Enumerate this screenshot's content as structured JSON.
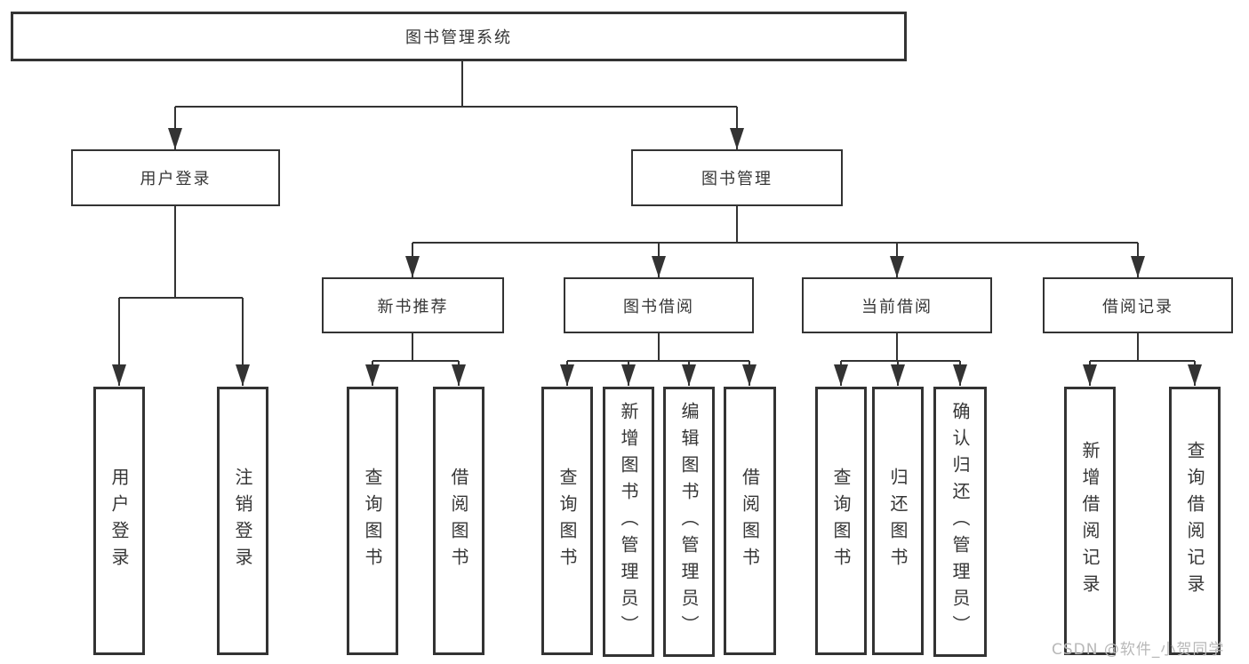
{
  "nodes": {
    "root": "图书管理系统",
    "user_login": "用户登录",
    "book_management": "图书管理",
    "new_book_recommendation": "新书推荐",
    "book_borrowing": "图书借阅",
    "current_borrowing": "当前借阅",
    "borrowing_records": "借阅记录"
  },
  "leaves": {
    "user_login": [
      "用户登录",
      "注销登录"
    ],
    "new_book_recommendation": [
      "查询图书",
      "借阅图书"
    ],
    "book_borrowing": [
      "查询图书",
      "新增图书（管理员）",
      "编辑图书（管理员）",
      "借阅图书"
    ],
    "current_borrowing": [
      "查询图书",
      "归还图书",
      "确认归还（管理员）"
    ],
    "borrowing_records": [
      "新增借阅记录",
      "查询借阅记录"
    ]
  },
  "watermark": "CSDN @软件_小贺同学",
  "colors": {
    "line": "#333333",
    "text": "#363636",
    "watermark": "#b8b8b8",
    "background": "#ffffff"
  }
}
